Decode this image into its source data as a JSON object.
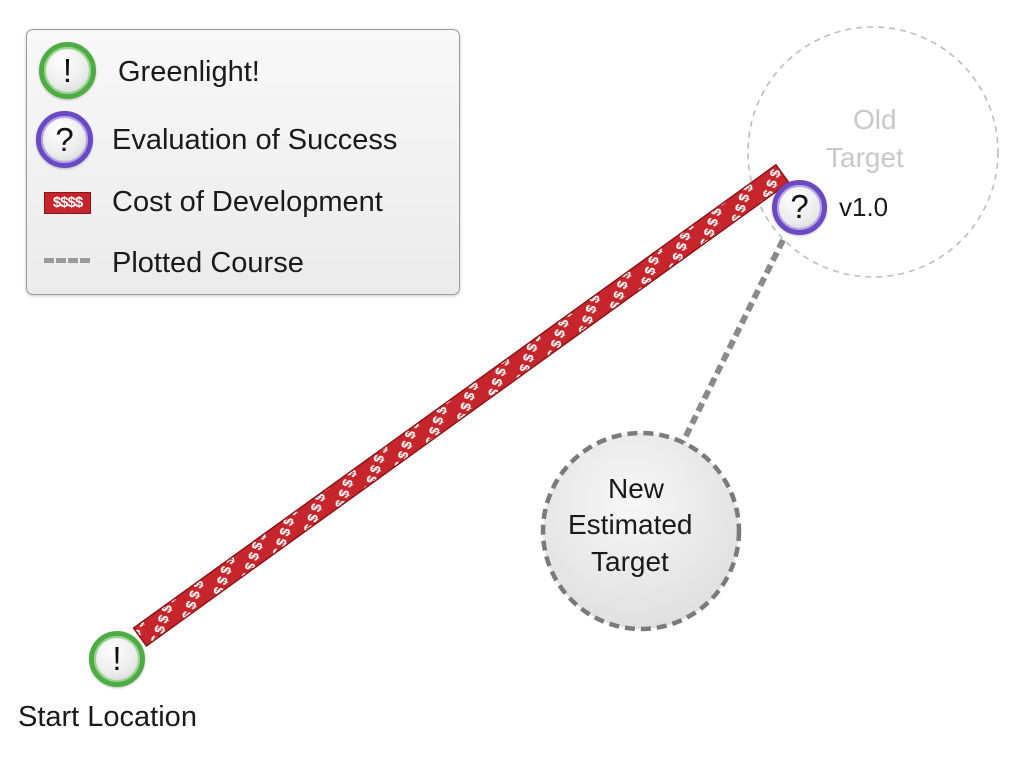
{
  "legend": {
    "greenlight_icon": "!",
    "greenlight_label": "Greenlight!",
    "evaluation_icon": "?",
    "evaluation_label": "Evaluation of Success",
    "cost_swatch": "$$$$",
    "cost_label": "Cost of Development",
    "course_label": "Plotted Course"
  },
  "diagram": {
    "start_icon": "!",
    "start_label": "Start Location",
    "checkpoint_icon": "?",
    "checkpoint_label": "v1.0",
    "old_target_line1": "Old",
    "old_target_line2": "Target",
    "new_target_line1": "New",
    "new_target_line2": "Estimated",
    "new_target_line3": "Target"
  },
  "colors": {
    "greenlight": "#4dac43",
    "evaluation": "#6b48c4",
    "cost": "#c6262b",
    "course": "#8a8a8a",
    "old_target_text": "#c8c8c8"
  }
}
